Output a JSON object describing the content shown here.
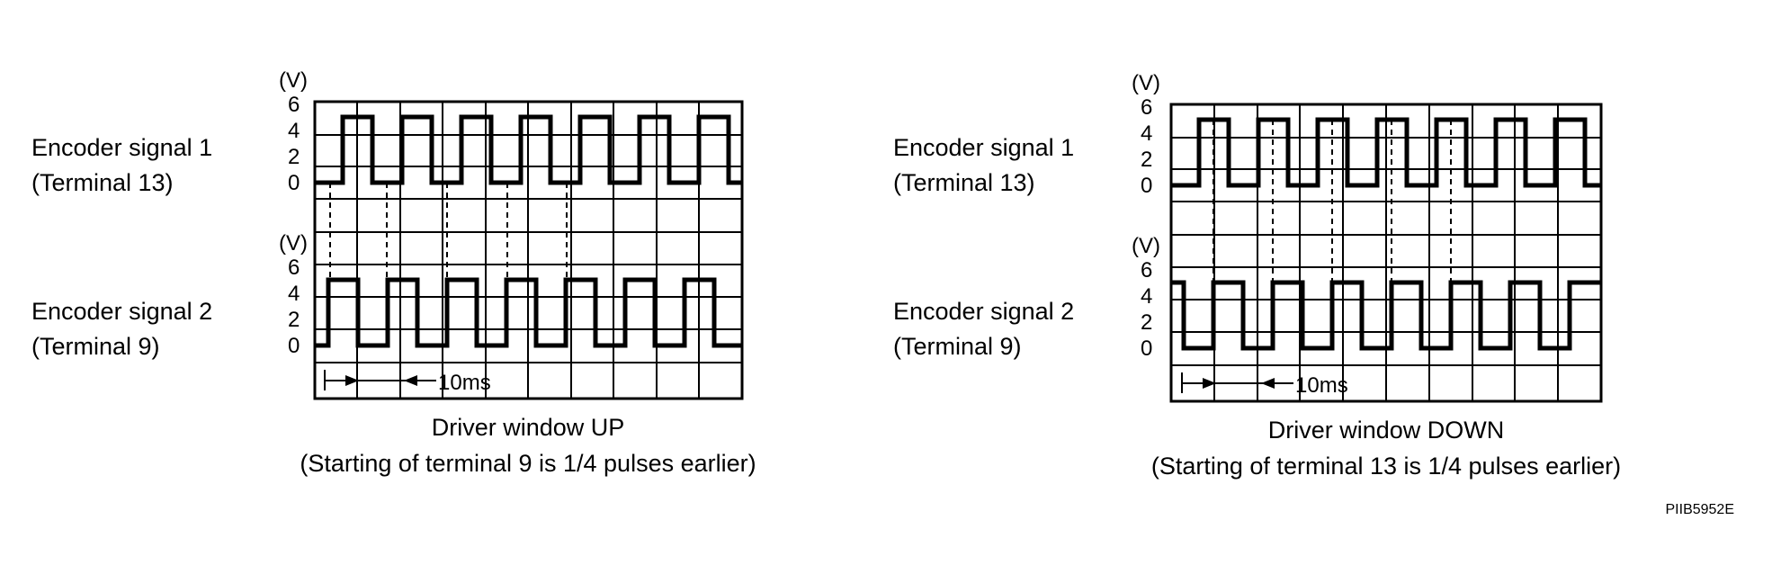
{
  "figure_code": "PIIB5952E",
  "panels": [
    {
      "signal1": {
        "name": "Encoder signal 1",
        "terminal": "(Terminal 13)"
      },
      "signal2": {
        "name": "Encoder signal 2",
        "terminal": "(Terminal 9)"
      },
      "y_unit": "(V)",
      "y_ticks": [
        "6",
        "4",
        "2",
        "0"
      ],
      "y_values": [
        6,
        4,
        2,
        0
      ],
      "signal_high": 5,
      "signal_low": 0,
      "time_division": "10ms",
      "caption": "Driver window UP",
      "note": "(Starting of terminal 9 is 1/4 pulses earlier)"
    },
    {
      "signal1": {
        "name": "Encoder signal 1",
        "terminal": "(Terminal 13)"
      },
      "signal2": {
        "name": "Encoder signal 2",
        "terminal": "(Terminal 9)"
      },
      "y_unit": "(V)",
      "y_ticks": [
        "6",
        "4",
        "2",
        "0"
      ],
      "y_values": [
        6,
        4,
        2,
        0
      ],
      "signal_high": 5,
      "signal_low": 0,
      "time_division": "10ms",
      "caption": "Driver window DOWN",
      "note": "(Starting of terminal 13 is 1/4 pulses earlier)"
    }
  ]
}
